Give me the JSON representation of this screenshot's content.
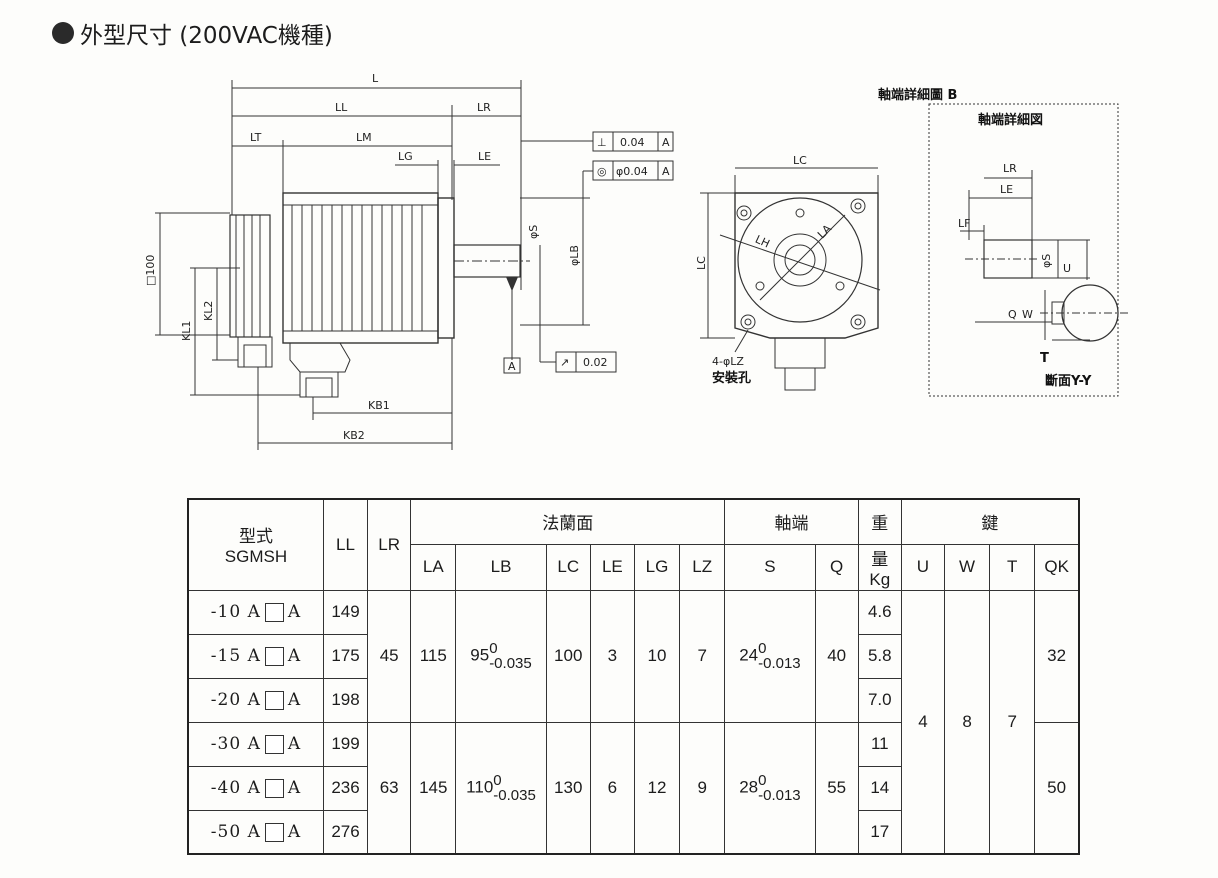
{
  "heading": {
    "title": "外型尺寸 (200VAC機種)"
  },
  "drawing": {
    "dims": {
      "L": "L",
      "LL": "LL",
      "LR": "LR",
      "LT": "LT",
      "LM": "LM",
      "LG": "LG",
      "LE": "LE",
      "S": "φS",
      "LB": "φLB",
      "sq100": "□100",
      "KL1": "KL1",
      "KL2": "KL2",
      "KB1": "KB1",
      "KB2": "KB2",
      "LC": "LC",
      "LA": "LA",
      "LH": "LH",
      "LF": "LF",
      "U": "U",
      "W": "W",
      "T": "T",
      "Q": "Q"
    },
    "tolerances": {
      "perp": "⊥",
      "perp_val": "0.04",
      "conc": "◎",
      "conc_val": "φ0.04",
      "datum": "A",
      "runout": "↗",
      "runout_val": "0.02"
    },
    "labels": {
      "detail_b": "軸端詳細圖 B",
      "detail_title": "軸端詳細図",
      "holes": "4-φLZ",
      "holes_jp": "安裝孔",
      "section": "斷面Y-Y"
    }
  },
  "table": {
    "headers": {
      "model": "型式",
      "model_sub": "SGMSH",
      "LL": "LL",
      "LR": "LR",
      "flange": "法蘭面",
      "shaft": "軸端",
      "weight_1": "重",
      "weight_2": "量",
      "key": "鍵",
      "LA": "LA",
      "LB": "LB",
      "LC": "LC",
      "LE": "LE",
      "LG": "LG",
      "LZ": "LZ",
      "S": "S",
      "Q": "Q",
      "Kg": "Kg",
      "U": "U",
      "W": "W",
      "T": "T",
      "QK": "QK"
    },
    "rows": [
      {
        "model": "-10",
        "suffix_a": "A",
        "suffix_b": "A",
        "LL": "149",
        "kg": "4.6"
      },
      {
        "model": "-15",
        "suffix_a": "A",
        "suffix_b": "A",
        "LL": "175",
        "kg": "5.8"
      },
      {
        "model": "-20",
        "suffix_a": "A",
        "suffix_b": "A",
        "LL": "198",
        "kg": "7.0"
      },
      {
        "model": "-30",
        "suffix_a": "A",
        "suffix_b": "A",
        "LL": "199",
        "kg": "11"
      },
      {
        "model": "-40",
        "suffix_a": "A",
        "suffix_b": "A",
        "LL": "236",
        "kg": "14"
      },
      {
        "model": "-50",
        "suffix_a": "A",
        "suffix_b": "A",
        "LL": "276",
        "kg": "17"
      }
    ],
    "group1": {
      "LR": "45",
      "LA": "115",
      "LB": "95",
      "LB_up": "0",
      "LB_low": "-0.035",
      "LC": "100",
      "LE": "3",
      "LG": "10",
      "LZ": "7",
      "S": "24",
      "S_up": "0",
      "S_low": "-0.013",
      "Q": "40",
      "QK": "32"
    },
    "group2": {
      "LR": "63",
      "LA": "145",
      "LB": "110",
      "LB_up": "0",
      "LB_low": "-0.035",
      "LC": "130",
      "LE": "6",
      "LG": "12",
      "LZ": "9",
      "S": "28",
      "S_up": "0",
      "S_low": "-0.013",
      "Q": "55",
      "QK": "50"
    },
    "key_common": {
      "U": "4",
      "W": "8",
      "T": "7"
    }
  }
}
